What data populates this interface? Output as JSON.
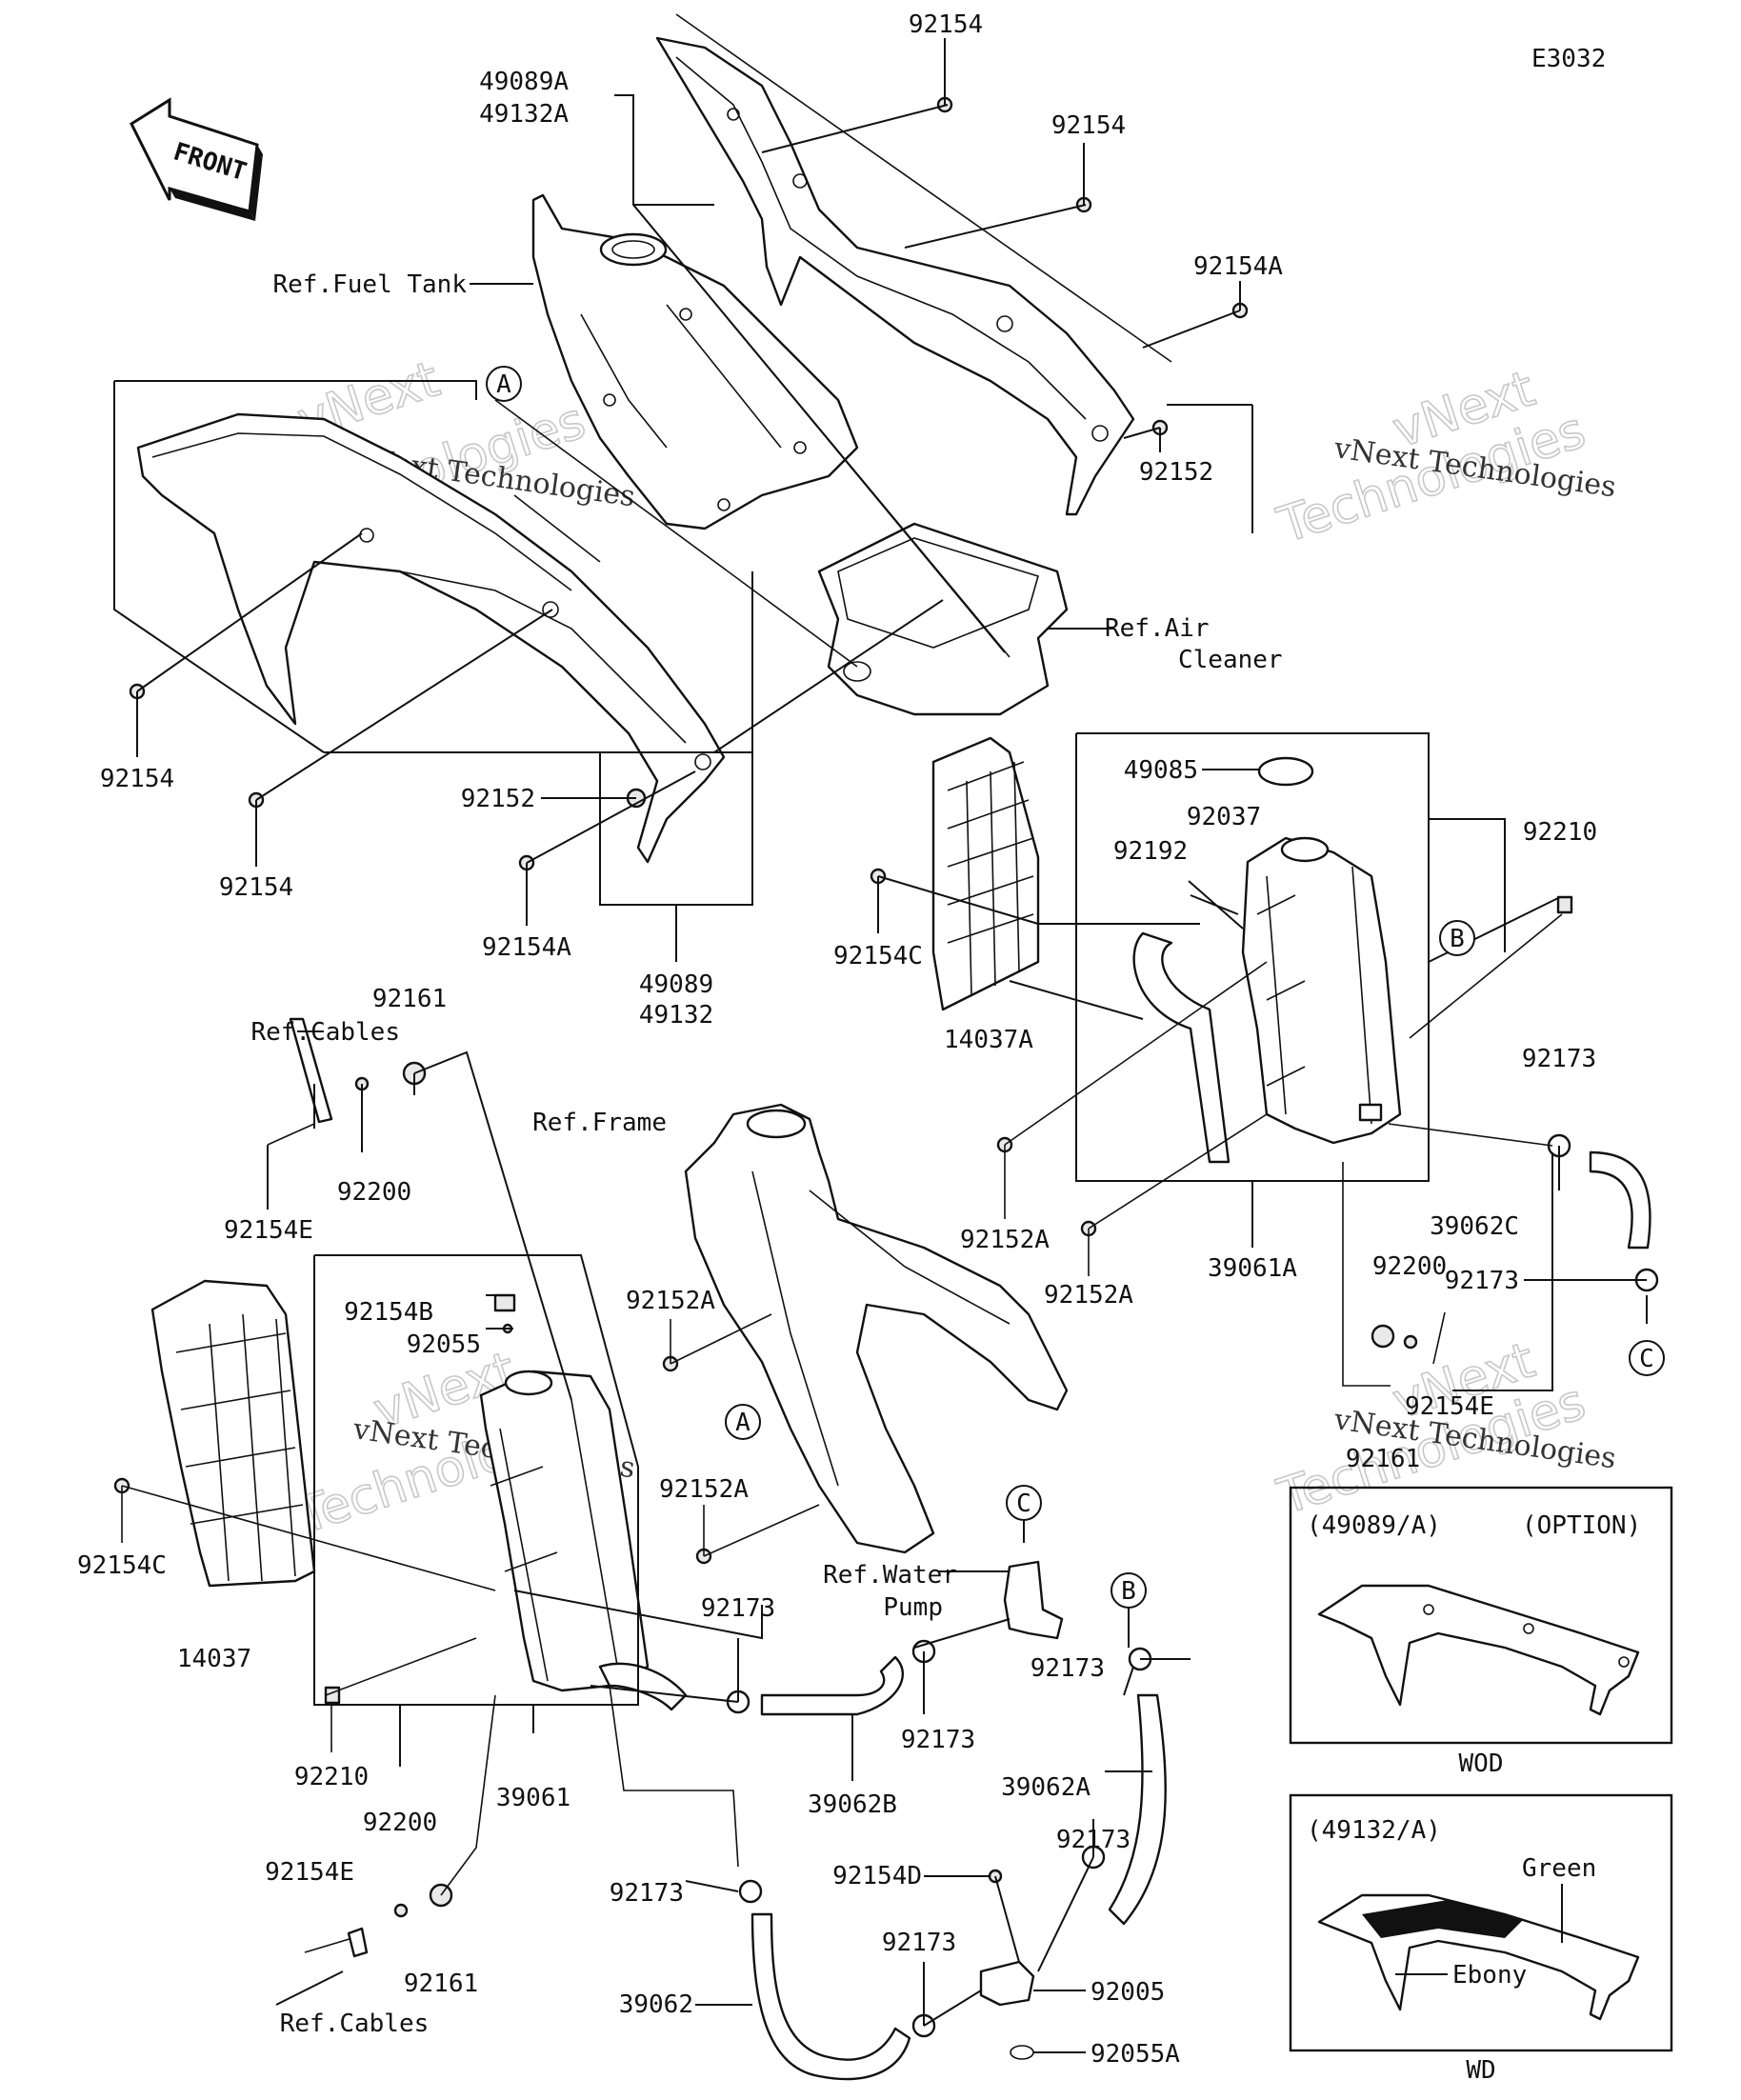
{
  "diagram_code": "E3032",
  "front_arrow_label": "FRONT",
  "watermark": {
    "line1": "vNext Technologies",
    "line2": "vNext",
    "line3": "Technologies"
  },
  "references": {
    "fuel_tank": "Ref.Fuel Tank",
    "air_cleaner_1": "Ref.Air",
    "air_cleaner_2": "Cleaner",
    "frame": "Ref.Frame",
    "cables_top": "Ref.Cables",
    "cables_bottom": "Ref.Cables",
    "water_pump_1": "Ref.Water",
    "water_pump_2": "Pump"
  },
  "callout_letters": {
    "a": "A",
    "b": "B",
    "c": "C"
  },
  "parts": {
    "p49089A": "49089A",
    "p49132A": "49132A",
    "p49089": "49089",
    "p49132": "49132",
    "p49085": "49085",
    "p92037": "92037",
    "p92192": "92192",
    "p92210": "92210",
    "p92173": "92173",
    "p39062C": "39062C",
    "p39061A": "39061A",
    "p39061": "39061",
    "p39062": "39062",
    "p39062A": "39062A",
    "p39062B": "39062B",
    "p92200": "92200",
    "p92161": "92161",
    "p92154": "92154",
    "p92154A": "92154A",
    "p92154B": "92154B",
    "p92154C": "92154C",
    "p92154D": "92154D",
    "p92154E": "92154E",
    "p92152": "92152",
    "p92152A": "92152A",
    "p92055": "92055",
    "p92055A": "92055A",
    "p92005": "92005",
    "p14037": "14037",
    "p14037A": "14037A"
  },
  "insets": {
    "option": {
      "code": "(49089/A)",
      "tag": "(OPTION)",
      "caption": "WOD"
    },
    "color": {
      "code": "(49132/A)",
      "green": "Green",
      "ebony": "Ebony",
      "caption": "WD"
    }
  }
}
